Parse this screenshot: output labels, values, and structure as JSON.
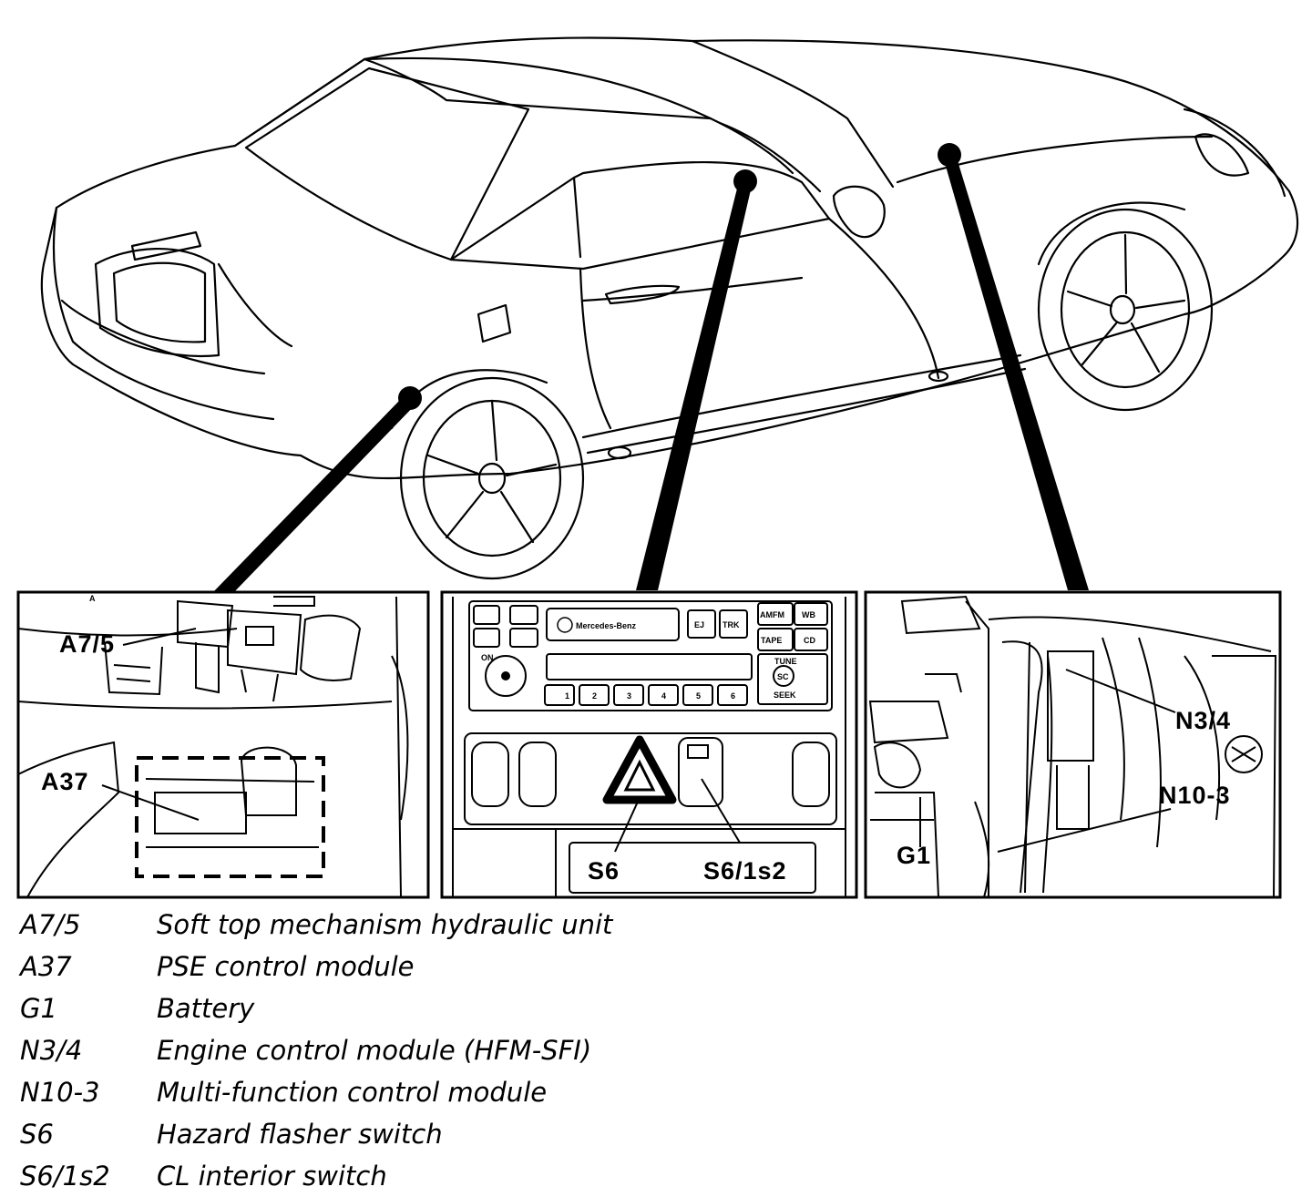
{
  "callouts": {
    "a7_5": "A7/5",
    "a37": "A37",
    "s6": "S6",
    "s6_1s2": "S6/1s2",
    "n3_4": "N3/4",
    "n10_3": "N10-3",
    "g1": "G1"
  },
  "radio": {
    "brand": "Mercedes-Benz",
    "ej": "EJ",
    "trk": "TRK",
    "amfm": "AMFM",
    "wb": "WB",
    "tape": "TAPE",
    "cd": "CD",
    "on": "ON",
    "tune": "TUNE",
    "sc": "SC",
    "seek": "SEEK",
    "presets": [
      "1",
      "2",
      "3",
      "4",
      "5",
      "6"
    ]
  },
  "legend": [
    {
      "code": "A7/5",
      "desc": "Soft top mechanism hydraulic unit"
    },
    {
      "code": "A37",
      "desc": "PSE control module"
    },
    {
      "code": "G1",
      "desc": "Battery"
    },
    {
      "code": "N3/4",
      "desc": "Engine control module (HFM-SFI)"
    },
    {
      "code": "N10-3",
      "desc": "Multi-function control module"
    },
    {
      "code": "S6",
      "desc": "Hazard flasher switch"
    },
    {
      "code": "S6/1s2",
      "desc": "CL interior switch"
    }
  ]
}
